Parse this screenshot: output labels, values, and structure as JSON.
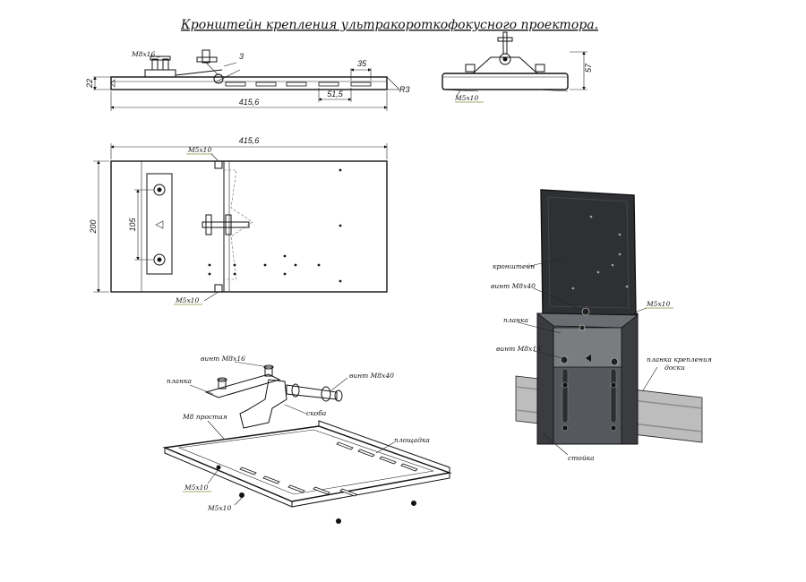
{
  "title": "Кронштейн крепления ультракороткофокусного проектора.",
  "side_view": {
    "dims": {
      "d22": "22",
      "d3": "3",
      "d35": "35",
      "d51_5": "51,5",
      "r3": "R3",
      "d415_6": "415,6"
    },
    "labels": {
      "m8x16": "M8x16"
    }
  },
  "end_view": {
    "dims": {
      "d57": "57"
    },
    "labels": {
      "m5x10": "M5x10"
    }
  },
  "top_view": {
    "dims": {
      "d415_6": "415,6",
      "d200": "200",
      "d105": "105"
    },
    "labels": {
      "m5x10_top": "M5x10",
      "m5x10_bottom": "M5x10"
    }
  },
  "iso_view": {
    "labels": {
      "vint_m8x16": "винт M8x16",
      "planka": "планка",
      "vint_m8x40": "винт M8x40",
      "skoba": "скоба",
      "m8_prostaya": "M8 простая",
      "ploshadka": "площадка",
      "m5x10_a": "M5x10",
      "m5x10_b": "M5x10"
    }
  },
  "mount_view": {
    "labels": {
      "kronshtein": "кронштейн",
      "vint_m8x40": "винт M8x40",
      "m5x10": "M5x10",
      "planka": "планка",
      "vint_m8x16": "винт M8x16",
      "planka_krepleniya": "планка крепления",
      "doski": "доски",
      "stoika": "стойка"
    }
  },
  "colors": {
    "line": "#111111",
    "panel_dark": "#2e3033",
    "rail": "#b9b9b9",
    "leader_underline": "#8a8a3a"
  }
}
